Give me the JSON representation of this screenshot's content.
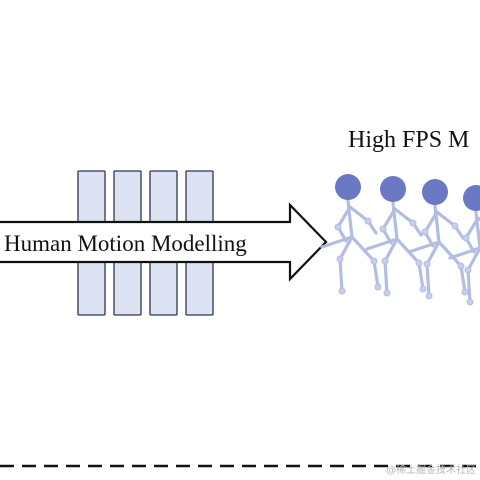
{
  "diagram": {
    "arrow_label": "Human Motion Modelling",
    "output_title": "High FPS M",
    "colors": {
      "frame_fill": "#dde2f3",
      "frame_stroke": "#2f3550",
      "skeleton_head": "#6b78c4",
      "skeleton_bone": "#b3bde3",
      "skeleton_joint": "#c7cfec",
      "arrow_stroke": "#111111",
      "dashed_line": "#111111"
    },
    "frame_count": 4,
    "figure_count": 4
  },
  "watermark": {
    "text": "@稀土掘金技术社区"
  }
}
